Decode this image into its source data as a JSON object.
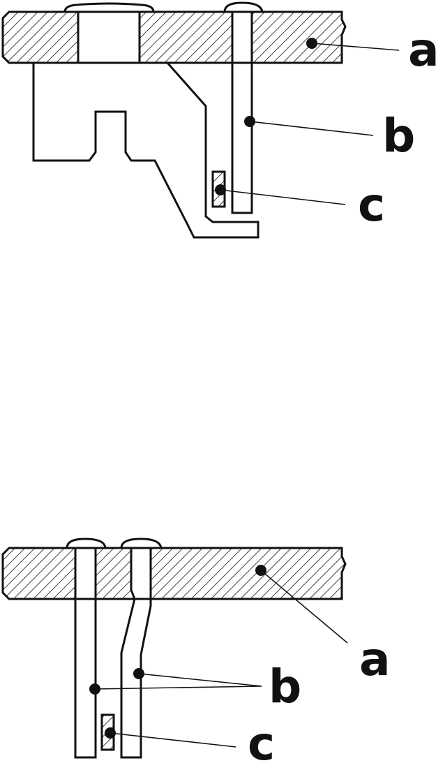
{
  "figure_top": {
    "labels": {
      "a": "a",
      "b": "b",
      "c": "c"
    }
  },
  "figure_bottom": {
    "labels": {
      "a": "a",
      "b": "b",
      "c": "c"
    }
  },
  "colors": {
    "line": "#111111",
    "background": "#ffffff"
  }
}
